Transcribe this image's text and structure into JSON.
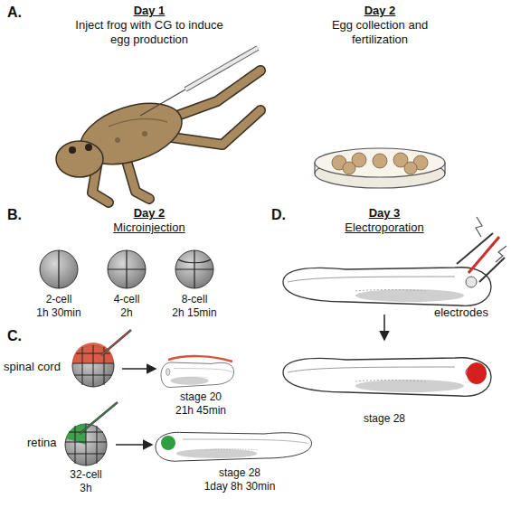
{
  "diagram": {
    "labels": [
      "A.",
      "Day 1",
      "Inject frog with CG to induce egg production",
      "Day 2",
      "Egg collection and fertilization",
      "B.",
      "Day 2",
      "Microinjection",
      "2-cell",
      "1h 30min",
      "4-cell",
      "2h",
      "8-cell",
      "2h 15min",
      "C.",
      "spinal cord",
      "stage 20",
      "21h 45min",
      "retina",
      "32-cell",
      "3h",
      "stage 28",
      "1day 8h 30min",
      "D.",
      "Day 3",
      "Electroporation",
      "electrodes",
      "stage 28"
    ]
  }
}
